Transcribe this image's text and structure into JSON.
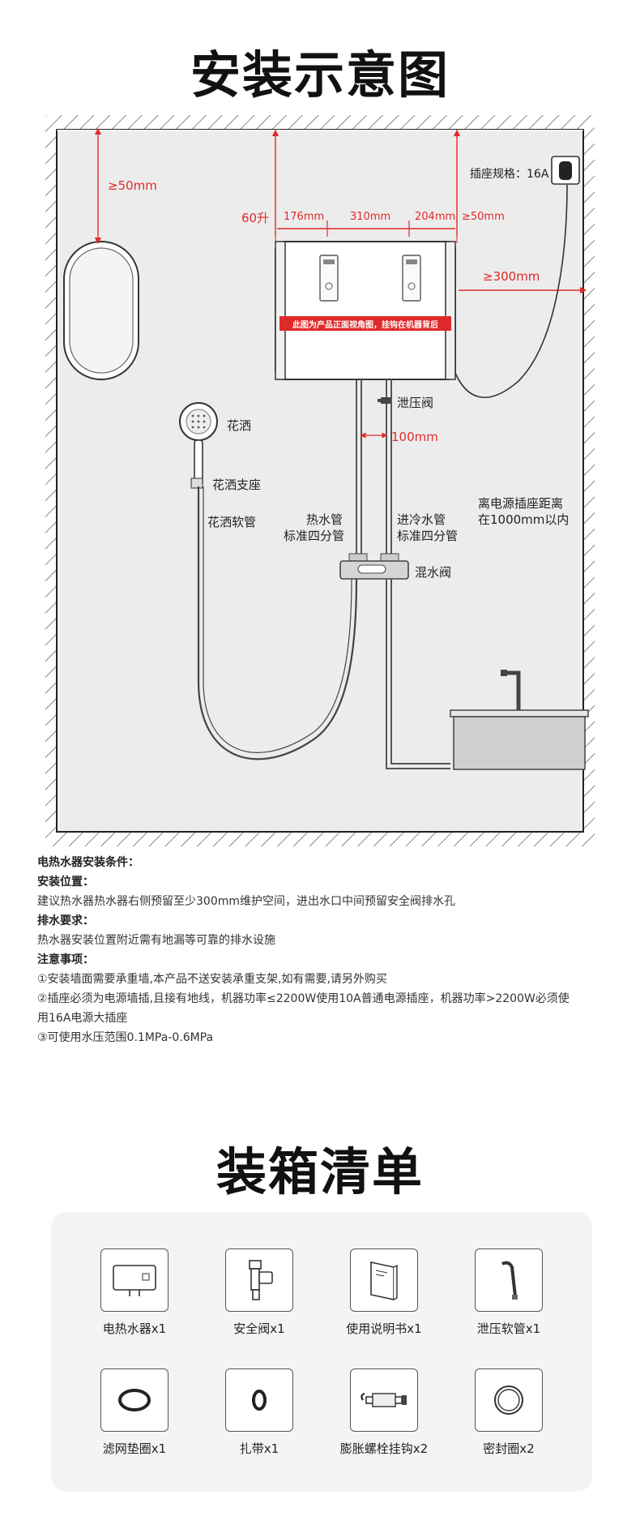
{
  "install_title": "安装示意图",
  "dims": {
    "top_clearance": "≥50mm",
    "capacity": "60升",
    "w1": "176mm",
    "w2": "310mm",
    "w3": "204mm",
    "right_top_clear": "≥50mm",
    "right_side_clear": "≥300mm",
    "pipe_gap": "100mm"
  },
  "socket_label": "插座规格：16A",
  "heater_banner": "此图为产品正面视角图，挂钩在机器背后",
  "labels": {
    "relief_valve": "泄压阀",
    "shower_head": "花洒",
    "shower_holder": "花洒支座",
    "shower_hose": "花洒软管",
    "hot_pipe_1": "热水管",
    "hot_pipe_2": "标准四分管",
    "cold_pipe_1": "进冷水管",
    "cold_pipe_2": "标准四分管",
    "mixer": "混水阀",
    "socket_distance_1": "离电源插座距离",
    "socket_distance_2": "在1000mm以内"
  },
  "notes": {
    "heading": "电热水器安装条件：",
    "position_title": "安装位置：",
    "position_text": "建议热水器热水器右侧预留至少300mm维护空间，进出水口中间预留安全阀排水孔",
    "drain_title": "排水要求：",
    "drain_text": "热水器安装位置附近需有地漏等可靠的排水设施",
    "caution_title": "注意事项：",
    "caution_1": "①安装墙面需要承重墙,本产品不送安装承重支架,如有需要,请另外购买",
    "caution_2a": "②插座必须为电源墙插,且接有地线，机器功率≤2200W使用10A普通电源插座，机器功率>2200W必须使",
    "caution_2b": "用16A电源大插座",
    "caution_3": "③可使用水压范围0.1MPa-0.6MPa"
  },
  "packing_title": "装箱清单",
  "packing_items": [
    {
      "label": "电热水器x1",
      "icon": "water-heater-icon"
    },
    {
      "label": "安全阀x1",
      "icon": "safety-valve-icon"
    },
    {
      "label": "使用说明书x1",
      "icon": "manual-icon"
    },
    {
      "label": "泄压软管x1",
      "icon": "relief-hose-icon"
    },
    {
      "label": "滤网垫圈x1",
      "icon": "filter-gasket-icon"
    },
    {
      "label": "扎带x1",
      "icon": "cable-tie-icon"
    },
    {
      "label": "膨胀螺栓挂钩x2",
      "icon": "expansion-bolt-icon"
    },
    {
      "label": "密封圈x2",
      "icon": "seal-ring-icon"
    }
  ],
  "colors": {
    "accent_red": "#e02a2a",
    "wall": "#ececec",
    "line": "#333333"
  }
}
